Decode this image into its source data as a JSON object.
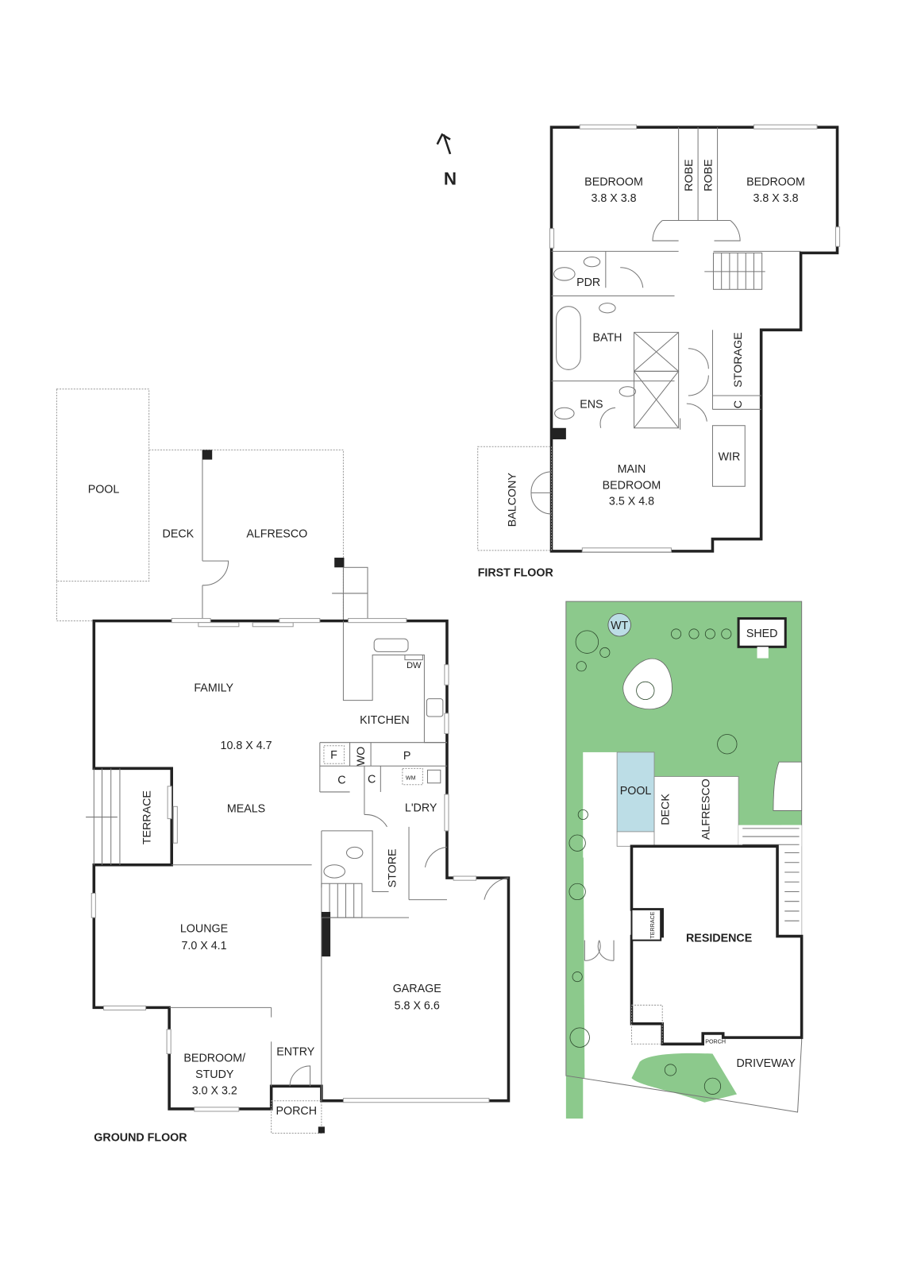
{
  "compass": {
    "label": "N"
  },
  "first_floor": {
    "title": "FIRST FLOOR",
    "rooms": [
      {
        "name": "BEDROOM",
        "size": "3.8 X 3.8"
      },
      {
        "name": "BEDROOM",
        "size": "3.8 X 3.8"
      },
      {
        "name": "ROBE"
      },
      {
        "name": "ROBE"
      },
      {
        "name": "PDR"
      },
      {
        "name": "BATH"
      },
      {
        "name": "ENS"
      },
      {
        "name": "STORAGE"
      },
      {
        "name": "C"
      },
      {
        "name": "WIR"
      },
      {
        "name": "MAIN",
        "name2": "BEDROOM",
        "size": "3.5 X 4.8"
      },
      {
        "name": "BALCONY"
      }
    ]
  },
  "ground_floor": {
    "title": "GROUND FLOOR",
    "rooms": {
      "pool": "POOL",
      "deck": "DECK",
      "alfresco": "ALFRESCO",
      "family": "FAMILY",
      "family_size": "10.8 X 4.7",
      "meals": "MEALS",
      "kitchen": "KITCHEN",
      "dw": "DW",
      "f": "F",
      "wo": "WO",
      "p": "P",
      "c1": "C",
      "c2": "C",
      "wm": "WM",
      "laundry": "L'DRY",
      "store": "STORE",
      "terrace": "TERRACE",
      "lounge": "LOUNGE",
      "lounge_size": "7.0 X 4.1",
      "garage": "GARAGE",
      "garage_size": "5.8 X 6.6",
      "study1": "BEDROOM/",
      "study2": "STUDY",
      "study_size": "3.0 X 3.2",
      "entry": "ENTRY",
      "porch": "PORCH"
    }
  },
  "site_plan": {
    "colors": {
      "lawn": "#8cc98c",
      "pool": "#bcdde6",
      "wt": "#bcdde6"
    },
    "labels": {
      "shed": "SHED",
      "wt": "WT",
      "pool": "POOL",
      "deck": "DECK",
      "alfresco": "ALFRESCO",
      "terrace": "TERRACE",
      "residence": "RESIDENCE",
      "porch": "PORCH",
      "driveway": "DRIVEWAY"
    }
  }
}
